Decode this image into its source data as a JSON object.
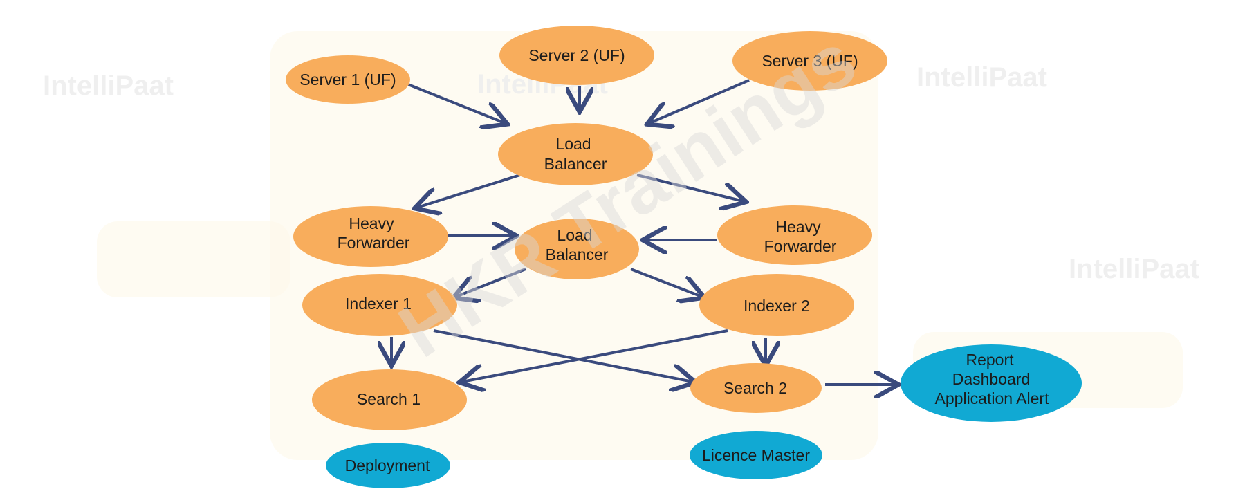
{
  "colors": {
    "orange_node": "#f8ad5c",
    "blue_node": "#11a9d3",
    "edge": "#3a4a7d"
  },
  "watermarks": {
    "main": "HKR Trainings",
    "logo": "IntelliPaat"
  },
  "nodes": {
    "server1": "Server 1 (UF)",
    "server2": "Server 2 (UF)",
    "server3": "Server 3 (UF)",
    "lb_top": [
      "Load",
      "Balancer"
    ],
    "hf_left": [
      "Heavy",
      "Forwarder"
    ],
    "lb_mid": [
      "Load",
      "Balancer"
    ],
    "hf_right": [
      "Heavy",
      "Forwarder"
    ],
    "indexer1": "Indexer 1",
    "indexer2": "Indexer 2",
    "search1": "Search 1",
    "search2": "Search 2",
    "report": [
      "Report",
      "Dashboard",
      "Application Alert"
    ],
    "deployment": "Deployment",
    "licence": "Licence Master"
  }
}
